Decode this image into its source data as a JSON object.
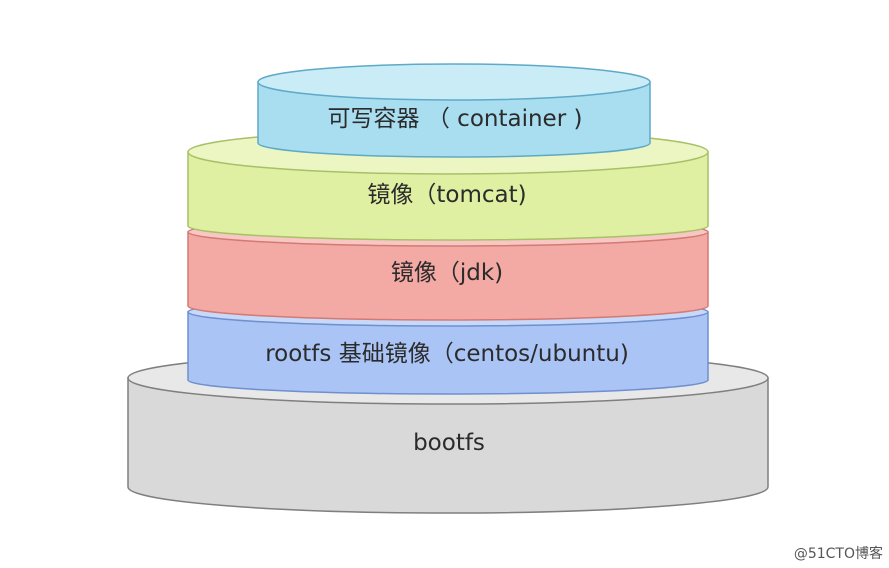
{
  "layers": [
    {
      "id": "bootfs",
      "label": "bootfs",
      "fill": "#d9d9d9",
      "top_fill": "#e8e8e8",
      "stroke": "#7f7f7f"
    },
    {
      "id": "rootfs",
      "label": "rootfs 基础镜像（centos/ubuntu)",
      "fill": "#a9c4f5",
      "top_fill": "#c8d8f8",
      "stroke": "#6f8fcf"
    },
    {
      "id": "jdk",
      "label": "镜像（jdk)",
      "fill": "#f3a9a4",
      "top_fill": "#f8c7c3",
      "stroke": "#d47a74"
    },
    {
      "id": "tomcat",
      "label": "镜像（tomcat)",
      "fill": "#dff0a2",
      "top_fill": "#ebf6c2",
      "stroke": "#a8c068"
    },
    {
      "id": "container",
      "label": "可写容器 （ container )",
      "fill": "#a8def0",
      "top_fill": "#c9ecf7",
      "stroke": "#5fa9c8"
    }
  ],
  "watermark": "@51CTO博客"
}
